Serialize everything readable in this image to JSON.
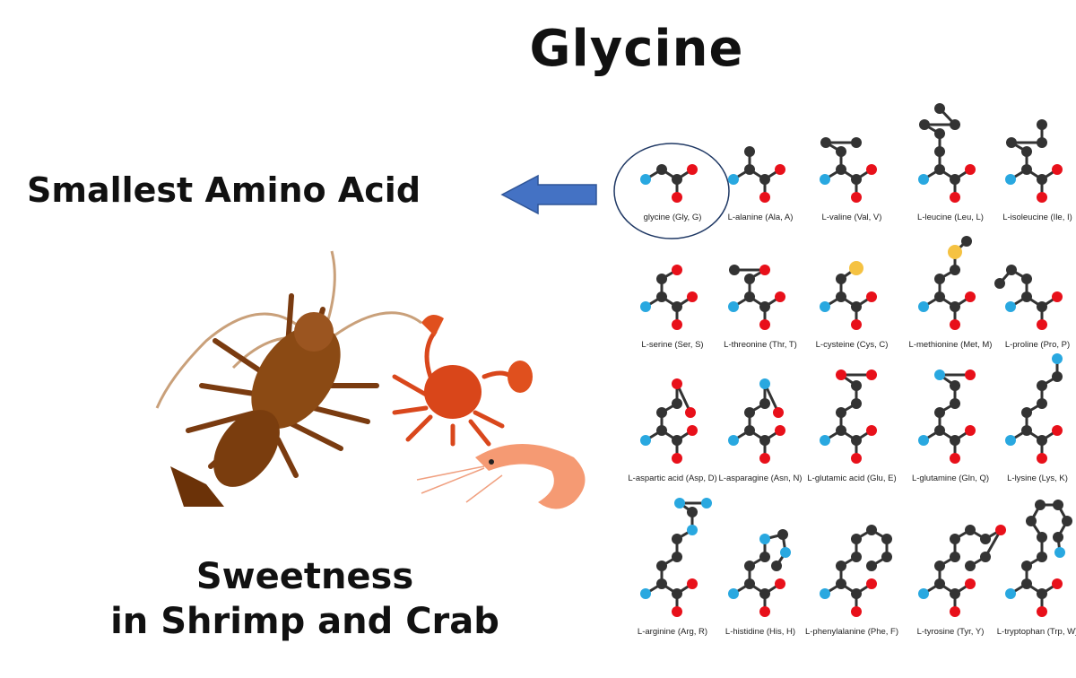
{
  "title": "Glycine",
  "caption_smallest": "Smallest Amino Acid",
  "caption_sweetness": [
    "Sweetness",
    "in Shrimp and Crab"
  ],
  "colors": {
    "nitrogen": "#29a8e0",
    "carbon": "#333333",
    "oxygen": "#e8101a",
    "sulfur": "#f5c242",
    "arrow": "#4472c4",
    "highlight_ring": "#1f3864"
  },
  "highlighted": "glycine (Gly, G)",
  "amino_acids": [
    "glycine (Gly, G)",
    "L-alanine (Ala, A)",
    "L-valine (Val, V)",
    "L-leucine (Leu, L)",
    "L-isoleucine (Ile, I)",
    "L-serine (Ser, S)",
    "L-threonine (Thr, T)",
    "L-cysteine (Cys, C)",
    "L-methionine (Met, M)",
    "L-proline (Pro, P)",
    "L-aspartic acid (Asp, D)",
    "L-asparagine (Asn, N)",
    "L-glutamic acid (Glu, E)",
    "L-glutamine (Gln, Q)",
    "L-lysine (Lys, K)",
    "L-arginine (Arg, R)",
    "L-histidine (His, H)",
    "L-phenylalanine (Phe, F)",
    "L-tyrosine (Tyr, Y)",
    "L-tryptophan (Trp, W)"
  ]
}
